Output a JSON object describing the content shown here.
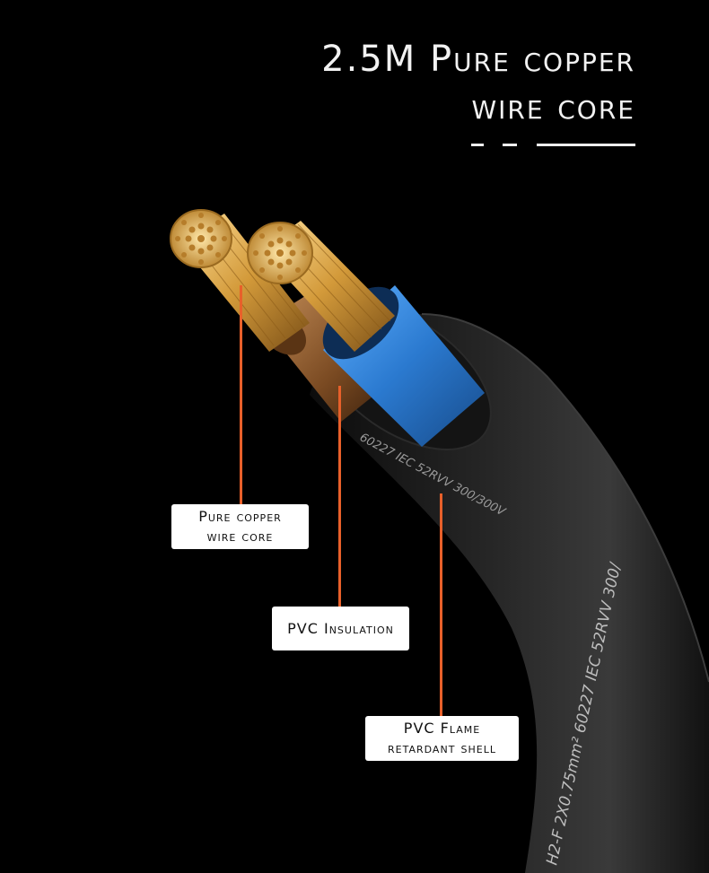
{
  "title": {
    "line1": "2.5M Pure copper",
    "line2": "wire core"
  },
  "labels": {
    "copper": {
      "line1": "Pure copper",
      "line2": "wire core"
    },
    "insulation": {
      "line1": "PVC Insulation"
    },
    "shell": {
      "line1": "PVC Flame",
      "line2": "retardant shell"
    }
  },
  "cable_print": {
    "lower": "H2-F 2X0.75mm² 60227 IEC 52RVV 300/",
    "upper": "60227 IEC 52RVV 300/300V"
  },
  "colors": {
    "background": "#000000",
    "accent_leader": "#e8602a",
    "copper": "#d4a24a",
    "insulation_brown": "#8a5a2e",
    "insulation_blue": "#2f7fd0",
    "jacket": "#1a1a1a"
  }
}
